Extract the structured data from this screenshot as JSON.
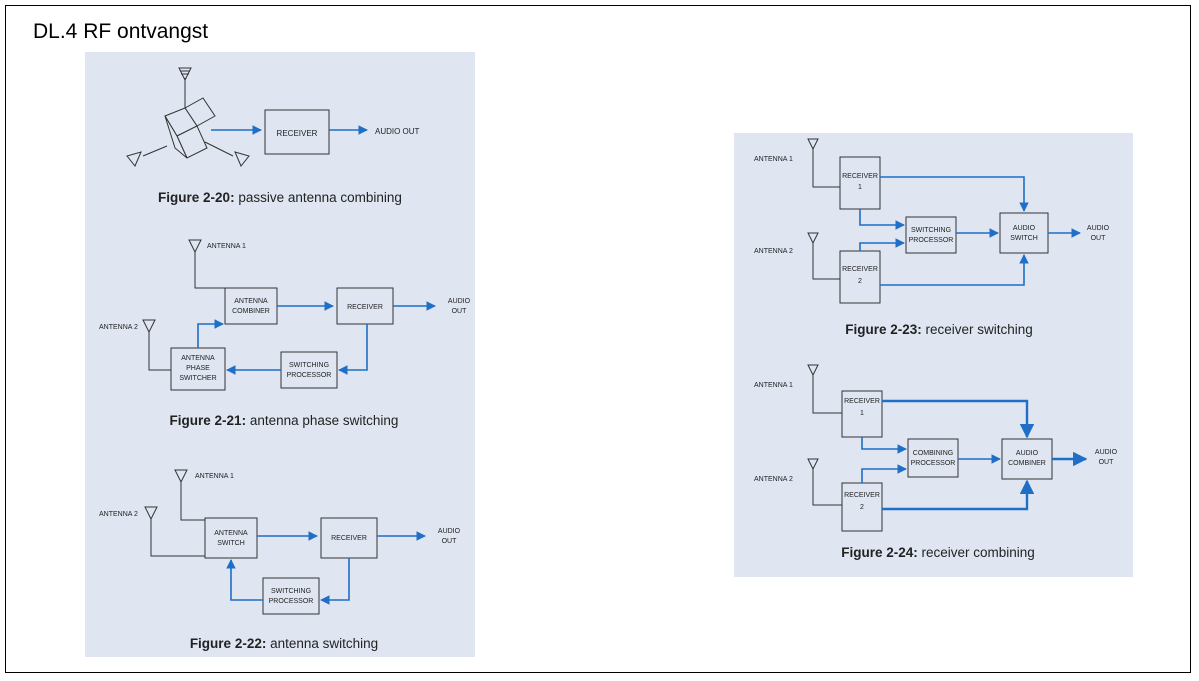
{
  "slide": {
    "title": "DL.4 RF ontvangst"
  },
  "fig20": {
    "receiver": "RECEIVER",
    "audio_out": "AUDIO OUT",
    "caption_num": "Figure 2-20:",
    "caption_text": " passive antenna combining"
  },
  "fig21": {
    "antenna1": "ANTENNA 1",
    "antenna2": "ANTENNA 2",
    "combiner": [
      "ANTENNA",
      "COMBINER"
    ],
    "receiver": "RECEIVER",
    "audio_out": [
      "AUDIO",
      "OUT"
    ],
    "phase_switcher": [
      "ANTENNA",
      "PHASE",
      "SWITCHER"
    ],
    "switching_processor": [
      "SWITCHING",
      "PROCESSOR"
    ],
    "caption_num": "Figure 2-21:",
    "caption_text": " antenna phase switching"
  },
  "fig22": {
    "antenna1": "ANTENNA 1",
    "antenna2": "ANTENNA 2",
    "antenna_switch": [
      "ANTENNA",
      "SWITCH"
    ],
    "receiver": "RECEIVER",
    "audio_out": [
      "AUDIO",
      "OUT"
    ],
    "switching_processor": [
      "SWITCHING",
      "PROCESSOR"
    ],
    "caption_num": "Figure 2-22:",
    "caption_text": " antenna switching"
  },
  "fig23": {
    "antenna1": "ANTENNA 1",
    "antenna2": "ANTENNA 2",
    "receiver1": [
      "RECEIVER",
      "1"
    ],
    "receiver2": [
      "RECEIVER",
      "2"
    ],
    "switching_processor": [
      "SWITCHING",
      "PROCESSOR"
    ],
    "audio_switch": [
      "AUDIO",
      "SWITCH"
    ],
    "audio_out": [
      "AUDIO",
      "OUT"
    ],
    "caption_num": "Figure 2-23:",
    "caption_text": " receiver switching"
  },
  "fig24": {
    "antenna1": "ANTENNA 1",
    "antenna2": "ANTENNA 2",
    "receiver1": [
      "RECEIVER",
      "1"
    ],
    "receiver2": [
      "RECEIVER",
      "2"
    ],
    "combining_processor": [
      "COMBINING",
      "PROCESSOR"
    ],
    "audio_combiner": [
      "AUDIO",
      "COMBINER"
    ],
    "audio_out": [
      "AUDIO",
      "OUT"
    ],
    "caption_num": "Figure 2-24:",
    "caption_text": " receiver combining"
  },
  "colors": {
    "panel": "#dfe6f2",
    "signal": "#1f6fc6",
    "line": "#333333"
  }
}
